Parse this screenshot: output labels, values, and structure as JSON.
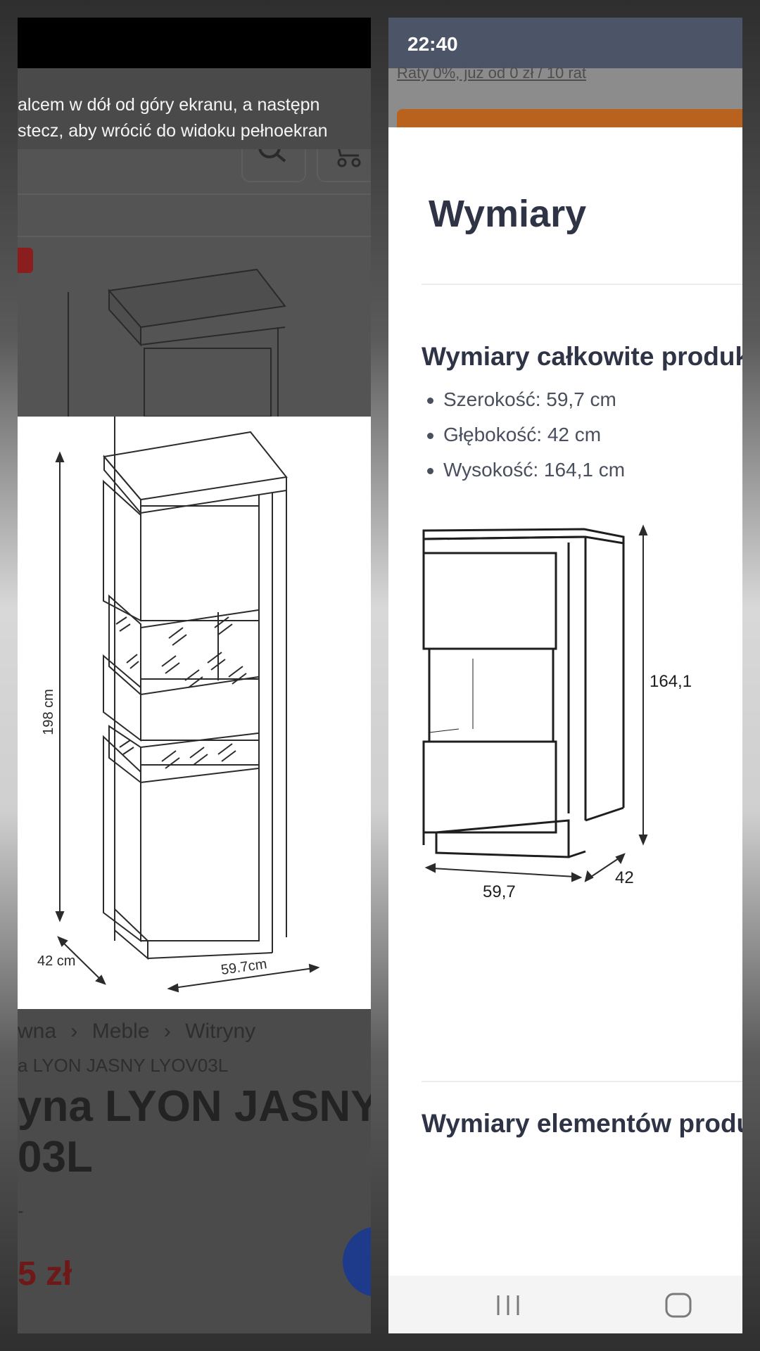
{
  "left_screenshot": {
    "fullscreen_hint": {
      "line1": "alcem w dół od góry ekranu, a następn",
      "line2": "stecz, aby wrócić do widoku pełnoekran"
    },
    "drawing": {
      "height_label": "198 cm",
      "depth_label": "42 cm",
      "width_label": "59.7cm"
    },
    "breadcrumb": [
      "wna",
      "Meble",
      "Witryny"
    ],
    "breadcrumb_separator": "›",
    "sku_line": "a LYON JASNY LYOV03L",
    "title_line1": "yna LYON JASNY",
    "title_line2": "03L",
    "dash": "-",
    "price": "5 zł",
    "icons": [
      "search-icon",
      "cart-icon",
      "chat-icon"
    ],
    "colors": {
      "price": "#6e1818",
      "chat_button": "#1e3a8a"
    }
  },
  "right_screenshot": {
    "status_time": "22:40",
    "behind_text": "Raty 0%, już od 0 zł / 10 rat",
    "sheet_title": "Wymiary",
    "section1_title": "Wymiary całkowite produktu",
    "dimensions": [
      "Szerokość: 59,7 cm",
      "Głębokość: 42 cm",
      "Wysokość: 164,1 cm"
    ],
    "drawing": {
      "height_label": "164,1",
      "width_label": "59,7",
      "depth_label": "42"
    },
    "section2_title": "Wymiary elementów produktu",
    "nav": {
      "recent_icon": "recent-apps-icon",
      "home_icon": "home-icon"
    },
    "colors": {
      "status_bar": "#4c5468",
      "heading": "#2e3446",
      "accent_bar": "#b8621e"
    }
  }
}
